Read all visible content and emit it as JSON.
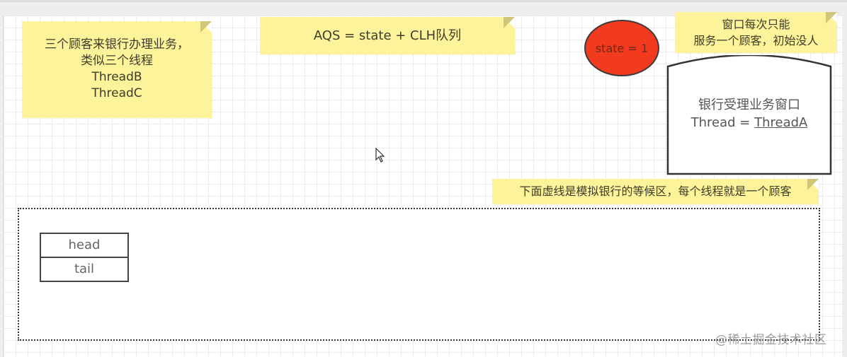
{
  "diagram": {
    "notes": {
      "customers": {
        "lines": [
          "三个顾客来银行办理业务，",
          "类似三个线程",
          "ThreadB",
          "ThreadC"
        ]
      },
      "formula": {
        "text": "AQS = state + CLH队列"
      },
      "window_rule": {
        "lines": [
          "窗口每次只能",
          "服务一个顾客，初始没人"
        ]
      },
      "waiting_area_hint": {
        "text": "下面虚线是模拟银行的等候区，每个线程就是一个顾客"
      }
    },
    "state_node": {
      "label": "state = 1",
      "fill_color": "#f23a1e"
    },
    "service_window": {
      "title": "银行受理业务窗口",
      "thread_prefix": "Thread = ",
      "thread_value": "ThreadA"
    },
    "waiting_area": {
      "queue": {
        "fields": [
          "head",
          "tail"
        ]
      }
    },
    "colors": {
      "note_yellow": "#fdf39a",
      "grid_line": "#ececec",
      "border_dark": "#333333"
    }
  },
  "watermark": {
    "text": "@稀土掘金技术社区"
  }
}
